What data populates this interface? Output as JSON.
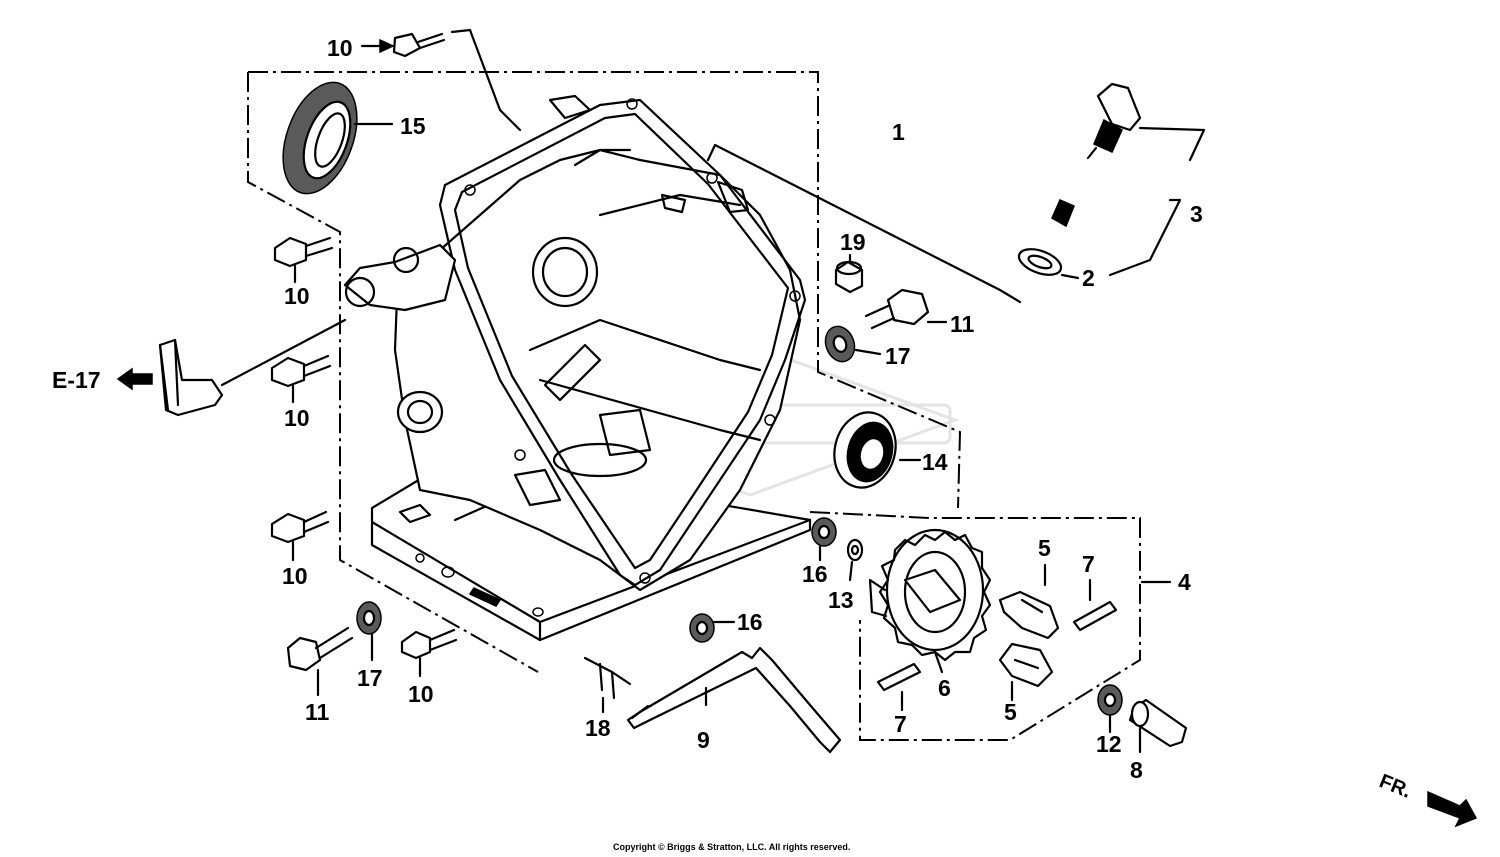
{
  "callouts": [
    {
      "id": "c10a",
      "text": "10"
    },
    {
      "id": "c15",
      "text": "15"
    },
    {
      "id": "c1",
      "text": "1"
    },
    {
      "id": "c3",
      "text": "3"
    },
    {
      "id": "c2",
      "text": "2"
    },
    {
      "id": "c19",
      "text": "19"
    },
    {
      "id": "c11a",
      "text": "11"
    },
    {
      "id": "c17a",
      "text": "17"
    },
    {
      "id": "c10b",
      "text": "10"
    },
    {
      "id": "c10c",
      "text": "10"
    },
    {
      "id": "c14",
      "text": "14"
    },
    {
      "id": "c10d",
      "text": "10"
    },
    {
      "id": "c16a",
      "text": "16"
    },
    {
      "id": "c13",
      "text": "13"
    },
    {
      "id": "c5a",
      "text": "5"
    },
    {
      "id": "c7a",
      "text": "7"
    },
    {
      "id": "c4",
      "text": "4"
    },
    {
      "id": "c16b",
      "text": "16"
    },
    {
      "id": "c17b",
      "text": "17"
    },
    {
      "id": "c10e",
      "text": "10"
    },
    {
      "id": "c11b",
      "text": "11"
    },
    {
      "id": "c18",
      "text": "18"
    },
    {
      "id": "c9",
      "text": "9"
    },
    {
      "id": "c6",
      "text": "6"
    },
    {
      "id": "c5b",
      "text": "5"
    },
    {
      "id": "c7b",
      "text": "7"
    },
    {
      "id": "c12",
      "text": "12"
    },
    {
      "id": "c8",
      "text": "8"
    }
  ],
  "reference": {
    "text": "E-17"
  },
  "front_marker": {
    "text": "FR."
  },
  "copyright": {
    "text": "Copyright © Briggs & Stratton, LLC. All rights reserved."
  }
}
